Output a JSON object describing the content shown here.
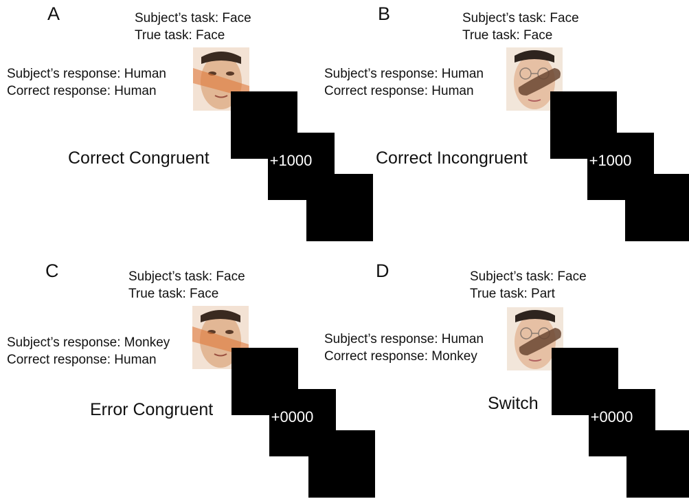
{
  "panels": [
    {
      "letter": "A",
      "subject_task": "Subject’s task: Face",
      "true_task": "True task: Face",
      "subject_response": "Subject’s response: Human",
      "correct_response": "Correct response: Human",
      "condition": "Correct Congruent",
      "score": "+1000",
      "stimulus": "human-face-with-orange-overlay"
    },
    {
      "letter": "B",
      "subject_task": "Subject’s task: Face",
      "true_task": "True task: Face",
      "subject_response": "Subject’s response: Human",
      "correct_response": "Correct response: Human",
      "condition": "Correct Incongruent",
      "score": "+1000",
      "stimulus": "human-face-with-monkey-part-overlay"
    },
    {
      "letter": "C",
      "subject_task": "Subject’s task: Face",
      "true_task": "True task: Face",
      "subject_response": "Subject’s response: Monkey",
      "correct_response": "Correct response: Human",
      "condition": "Error Congruent",
      "score": "+0000",
      "stimulus": "human-face-with-orange-overlay"
    },
    {
      "letter": "D",
      "subject_task": "Subject’s task: Face",
      "true_task": "True task: Part",
      "subject_response": "Subject’s response: Human",
      "correct_response": "Correct response: Monkey",
      "condition": "Switch",
      "score": "+0000",
      "stimulus": "human-face-with-monkey-part-overlay"
    }
  ],
  "colors": {
    "screen": "#000000",
    "skin": "#e2b795",
    "overlay_orange": "#e07a3c",
    "overlay_dark": "#6a4632"
  }
}
